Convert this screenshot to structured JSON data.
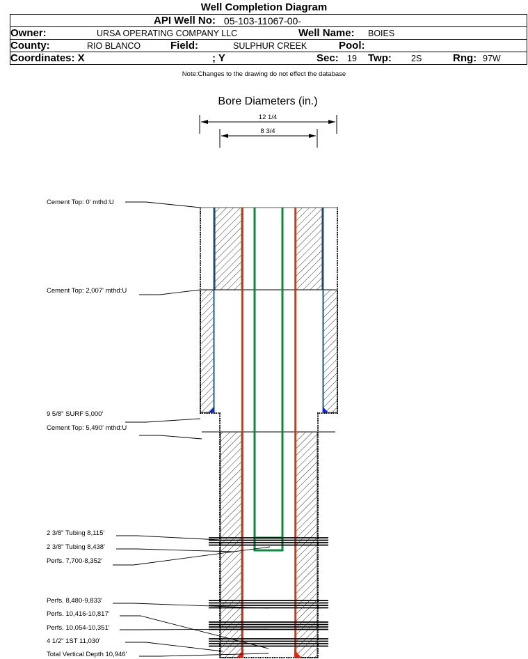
{
  "title": "Well Completion Diagram",
  "header": {
    "api_label": "API Well No:",
    "api_value": "05-103-11067-00-",
    "owner_label": "Owner:",
    "owner_value": "URSA OPERATING COMPANY LLC",
    "well_name_label": "Well Name:",
    "well_name_value": "BOIES",
    "county_label": "County:",
    "county_value": "RIO BLANCO",
    "field_label": "Field:",
    "field_value": "SULPHUR CREEK",
    "pool_label": "Pool:",
    "pool_value": "",
    "coords_label": "Coordinates: X",
    "coords_y_label": "; Y",
    "sec_label": "Sec:",
    "sec_value": "19",
    "twp_label": "Twp:",
    "twp_value": "2S",
    "rng_label": "Rng:",
    "rng_value": "97W"
  },
  "note": "Note:Changes to the drawing do not effect the database",
  "bore": {
    "title": "Bore Diameters (in.)",
    "diameters": [
      "12 1/4",
      "8 3/4"
    ]
  },
  "labels": [
    "Cement Top: 0' mthd:U",
    "Cement Top: 2,007' mthd:U",
    "9 5/8\" SURF      5,000'",
    "Cement Top: 5,490' mthd:U",
    "2 3/8\" Tubing 8,115'",
    "2 3/8\" Tubing 8,438'",
    "Perfs. 7,700-8,352'",
    "Perfs. 8,480-9,833'",
    "Perfs. 10,416-10,817'",
    "Perfs. 10,054-10,351'",
    "4 1/2\" 1ST      11,030'",
    "Total Vertical Depth 10,946'"
  ],
  "colors": {
    "surface_casing": "#1a5c8a",
    "production_casing": "#e8200c",
    "production_casing_edge": "#7a4a10",
    "tubing": "#0a8a3c",
    "shoe_surface": "#1020e0",
    "shoe_production": "#ff1a00",
    "hatch": "#000000"
  }
}
